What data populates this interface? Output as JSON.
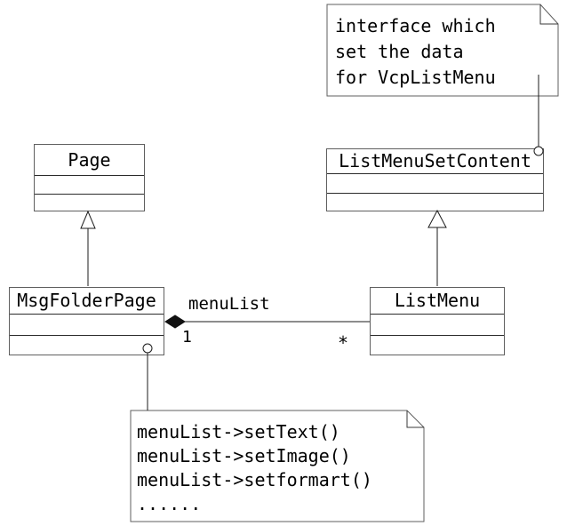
{
  "colors": {
    "background": "#ffffff",
    "box_border": "#5f5f5f",
    "divider": "#2b2b2b",
    "connector": "#1b1b1b",
    "diamond_fill": "#111111",
    "text": "#000000"
  },
  "classes": {
    "page": {
      "name": "Page"
    },
    "list_menu_set_content": {
      "name": "ListMenuSetContent"
    },
    "msg_folder_page": {
      "name": "MsgFolderPage"
    },
    "list_menu": {
      "name": "ListMenu"
    }
  },
  "notes": {
    "interface_note": {
      "lines": [
        "interface which",
        "set the data",
        "for VcpListMenu"
      ]
    },
    "usage_note": {
      "lines": [
        "menuList->setText()",
        "menuList->setImage()",
        "menuList->setformart()",
        "......"
      ]
    }
  },
  "relationships": {
    "composition": {
      "label": "menuList",
      "owner": "MsgFolderPage",
      "part": "ListMenu",
      "owner_multiplicity": "1",
      "part_multiplicity": "*"
    },
    "generalizations": [
      {
        "from": "MsgFolderPage",
        "to": "Page"
      },
      {
        "from": "ListMenu",
        "to": "ListMenuSetContent"
      }
    ]
  }
}
